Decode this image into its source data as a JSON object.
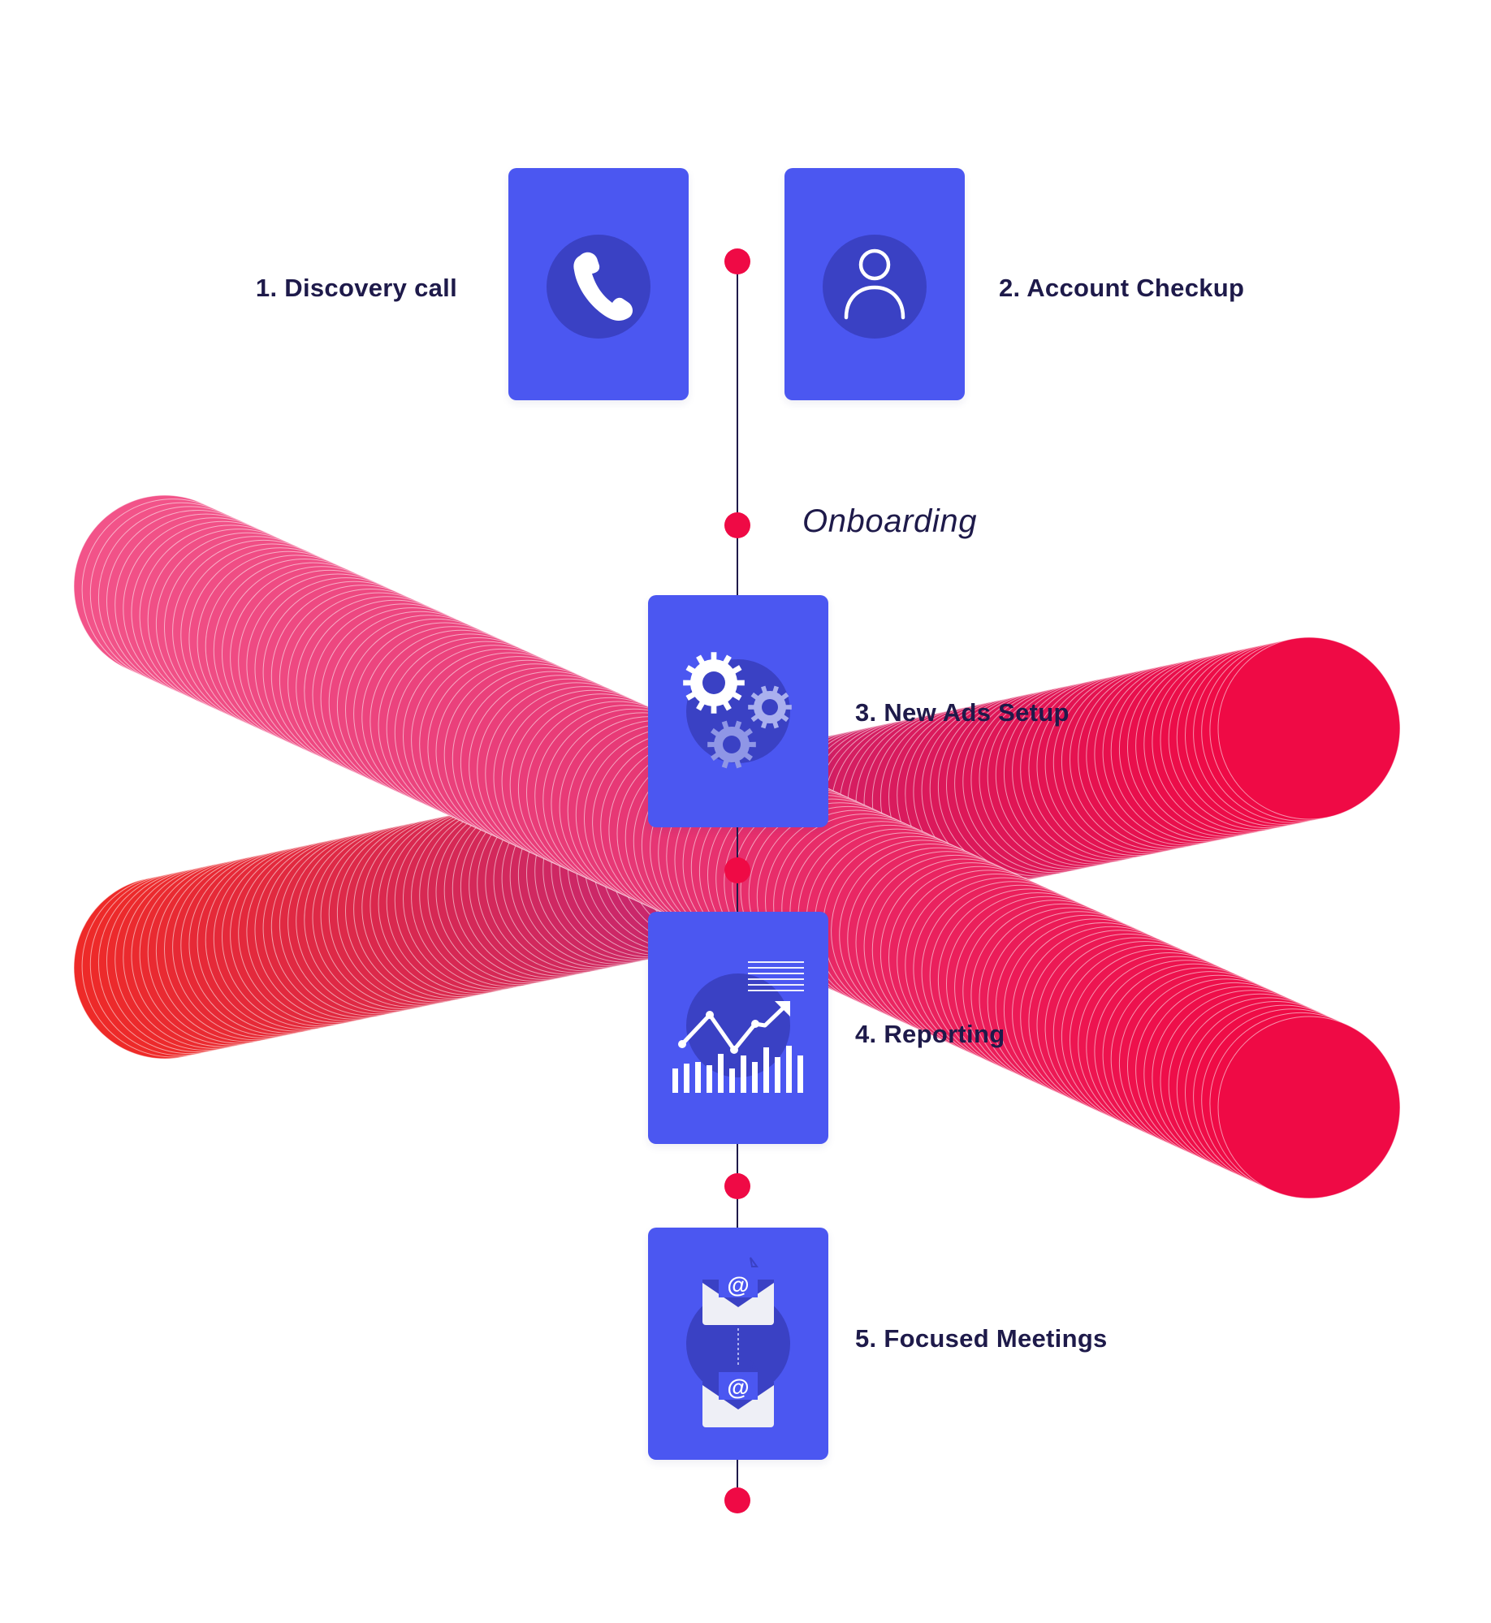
{
  "colors": {
    "card": "#4b57f1",
    "card_circle": "#3a41c4",
    "dot": "#ef0a45",
    "line": "#1e1a4a",
    "text": "#1e1a4a",
    "tube_pink": "#f25389",
    "tube_red": "#ef0a45",
    "tube_orange_red": "#ee2a28"
  },
  "phase_label": "Onboarding",
  "steps": [
    {
      "label": "1. Discovery call",
      "icon": "phone-icon"
    },
    {
      "label": "2. Account Checkup",
      "icon": "user-icon"
    },
    {
      "label": "3. New Ads Setup",
      "icon": "gears-icon"
    },
    {
      "label": "4. Reporting",
      "icon": "chart-icon"
    },
    {
      "label": "5. Focused Meetings",
      "icon": "email-icon"
    }
  ]
}
